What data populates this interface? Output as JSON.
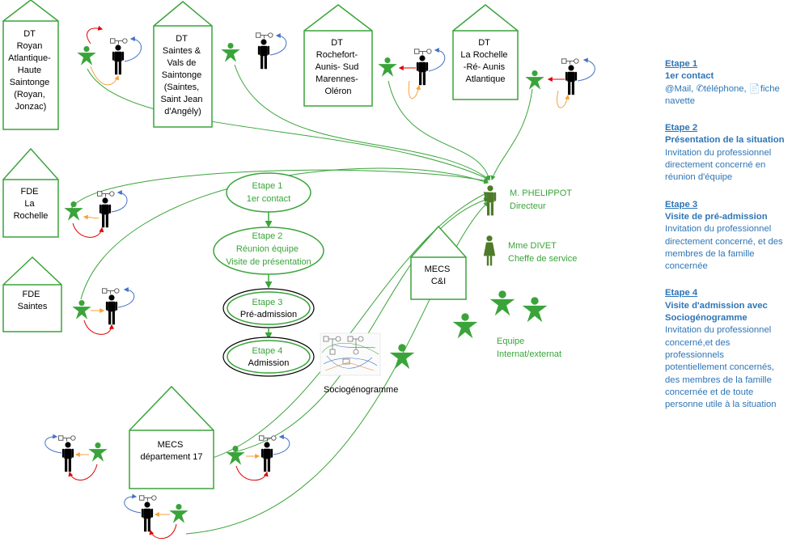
{
  "colors": {
    "green": "#3aa43a",
    "green_dark": "#4e7a2a",
    "arrow_red": "#e00000",
    "arrow_orange": "#f4a23c",
    "arrow_blue": "#4472c4",
    "side_blue": "#2e75b6",
    "black": "#000000"
  },
  "houses": [
    {
      "id": "dt-royan",
      "lines": [
        "DT",
        "Royan",
        "Atlantique-",
        "Haute",
        "Saintonge",
        "(Royan,",
        "Jonzac)"
      ]
    },
    {
      "id": "dt-saintes",
      "lines": [
        "DT",
        "Saintes &",
        "Vals de",
        "Saintonge",
        "(Saintes,",
        "Saint Jean",
        "d'Angély)"
      ]
    },
    {
      "id": "dt-rochefort",
      "lines": [
        "DT",
        "Rochefort-",
        "Aunis- Sud",
        "Marennes-",
        "Oléron"
      ]
    },
    {
      "id": "dt-larochelle",
      "lines": [
        "DT",
        "La Rochelle",
        "-Ré- Aunis",
        "Atlantique"
      ]
    },
    {
      "id": "fde-larochelle",
      "lines": [
        "FDE",
        "La",
        "Rochelle"
      ]
    },
    {
      "id": "fde-saintes",
      "lines": [
        "FDE",
        "Saintes"
      ]
    },
    {
      "id": "mecs-ci",
      "lines": [
        "MECS",
        "C&I"
      ]
    },
    {
      "id": "mecs-17",
      "lines": [
        "MECS",
        "département 17"
      ]
    }
  ],
  "steps_flow": [
    {
      "id": "etape1",
      "lines": [
        "Etape 1",
        "1er contact"
      ]
    },
    {
      "id": "etape2",
      "lines": [
        "Etape 2",
        "Réunion équipe",
        "Visite de présentation"
      ]
    },
    {
      "id": "etape3",
      "lines": [
        "Etape 3",
        "Pré-admission"
      ]
    },
    {
      "id": "etape4",
      "lines": [
        "Etape 4",
        "Admission"
      ]
    }
  ],
  "people": {
    "director_name": "M. PHELIPPOT",
    "director_role": "Directeur",
    "chef_name": "Mme DIVET",
    "chef_role": "Cheffe de service",
    "team_line1": "Equipe",
    "team_line2": "Internat/externat"
  },
  "sociogram_label": "Sociogénogramme",
  "side_steps": [
    {
      "title": "Etape 1",
      "head": "1er contact",
      "body": "@Mail, ✆téléphone, 📄fiche navette"
    },
    {
      "title": "Etape 2",
      "head": "Présentation de la situation",
      "body": "Invitation du professionnel directement concerné en réunion d'équipe"
    },
    {
      "title": "Etape 3",
      "head": "Visite de pré-admission",
      "body": "Invitation du professionnel directement concerné, et des membres de la famille concernée"
    },
    {
      "title": "Etape 4",
      "head": "Visite d'admission avec Sociogénogramme",
      "body": "Invitation du professionnel concerné,et des professionnels potentiellement concernés, des membres de la famille concernée et de toute personne utile à la situation"
    }
  ]
}
